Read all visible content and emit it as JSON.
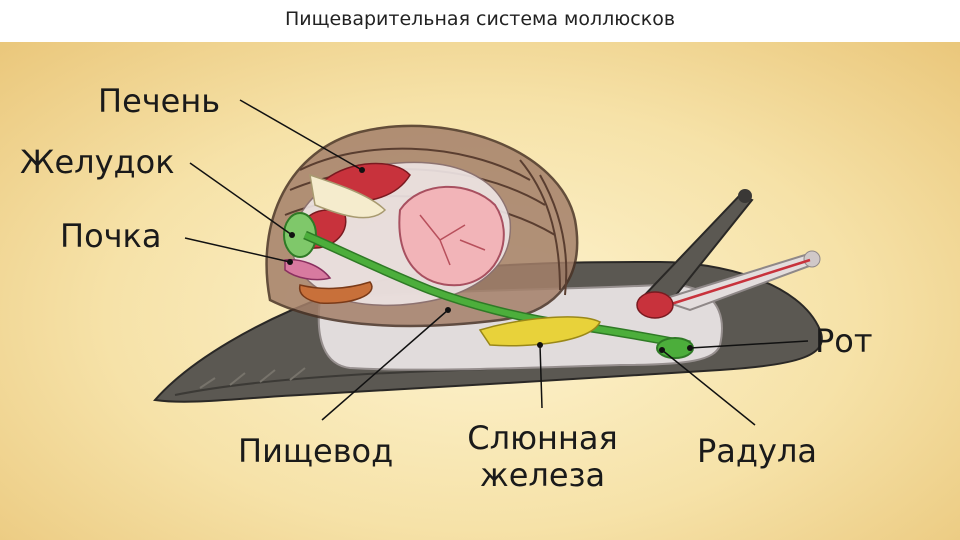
{
  "title": "Пищеварительная система моллюсков",
  "labels": {
    "liver": "Печень",
    "stomach": "Желудок",
    "kidney": "Почка",
    "mouth": "Рот",
    "esophagus": "Пищевод",
    "salivary_gland_line1": "Слюнная",
    "salivary_gland_line2": "железа",
    "radula": "Радула"
  },
  "colors": {
    "background": "#f6e2a8",
    "foot": "#5b5852",
    "shell": "#8a6a55",
    "digestive_tract": "#4cae3b",
    "liver": "#c8323c",
    "salivary_gland": "#e8d23a",
    "brain_organ": "#f2b4b8"
  }
}
